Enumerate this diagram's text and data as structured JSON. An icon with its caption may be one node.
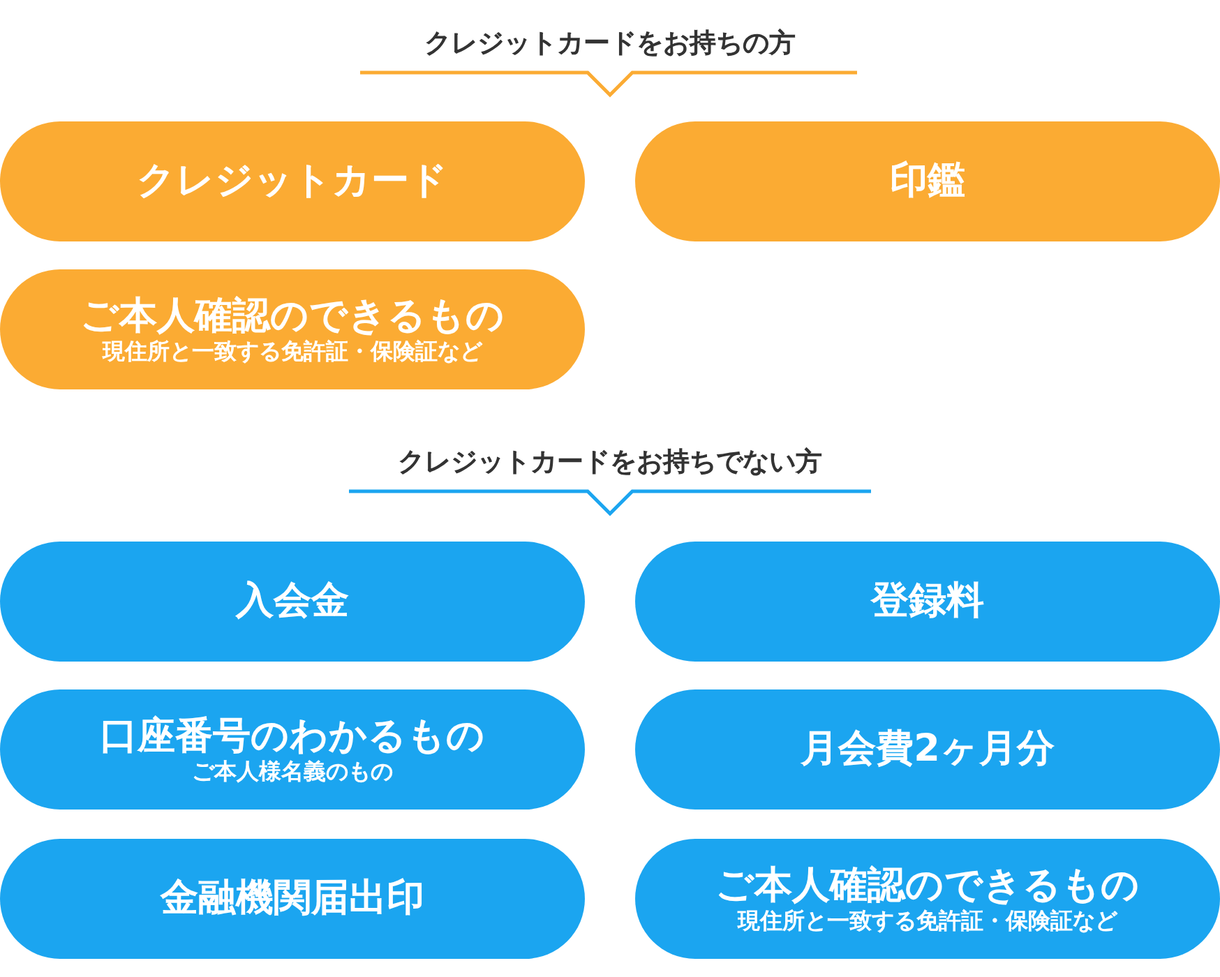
{
  "diagram": {
    "nodes": [
      {
        "text": [
          "クレジットカード"
        ]
      },
      {
        "text": [
          "印鑑"
        ]
      },
      {
        "text": [
          "ご本人確認のできるもの",
          "現住所と一致する免許証・保険証など"
        ]
      },
      {
        "text": [
          "入会金"
        ]
      },
      {
        "text": [
          "登録料"
        ]
      },
      {
        "text": [
          "口座番号のわかるもの",
          "ご本人様名義のもの"
        ]
      },
      {
        "text": [
          "月会費2ヶ月分"
        ]
      },
      {
        "text": [
          "金融機関届出印"
        ]
      },
      {
        "text": [
          "ご本人確認のできるもの",
          "現住所と一致する免許証・保険証など"
        ]
      }
    ],
    "labels": [
      "クレジットカードをお持ちの方",
      "クレジットカードをお持ちでない方"
    ]
  }
}
